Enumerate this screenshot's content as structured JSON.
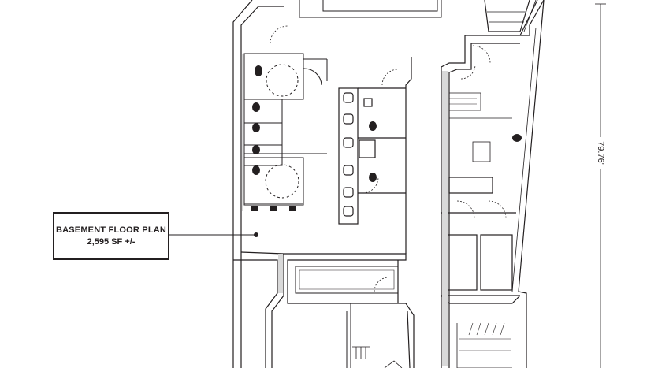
{
  "callout": {
    "title": "BASEMENT FLOOR PLAN",
    "area": "2,595 SF +/-"
  },
  "dimension": {
    "depth": "79.76'"
  },
  "colors": {
    "wall": "#231f20",
    "wall_fill": "#d9d9d9",
    "line": "#3a3a3a",
    "background": "#ffffff"
  }
}
